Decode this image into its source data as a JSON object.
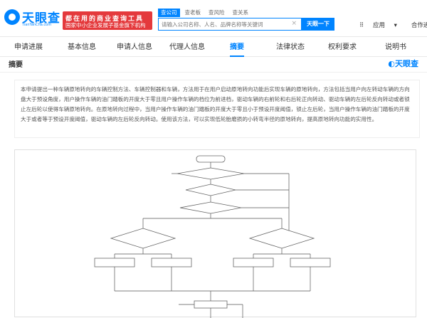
{
  "header": {
    "logo_text": "天眼查",
    "logo_sub": "TianYanCha.com",
    "promo_line1": "都在用的商业查询工具",
    "promo_line2": "国家中小企业发展子基金旗下机构",
    "search_tabs": [
      "查公司",
      "查老板",
      "查风险",
      "查关系"
    ],
    "search_placeholder": "请输入公司名称、人名、品牌名称等关键词",
    "search_button": "天眼一下",
    "nav_links": [
      "应用",
      "合作通道"
    ]
  },
  "tabs": [
    "申请进展",
    "基本信息",
    "申请人信息",
    "代理人信息",
    "摘要",
    "法律状态",
    "权利要求",
    "说明书"
  ],
  "active_tab": "摘要",
  "section": {
    "title": "摘要",
    "watermark": "天眼查"
  },
  "abstract_text": "本申请提出一种车辆原地转向的车辆控制方法、车辆控制器和车辆，方法用于在用户启动原地转向功能后实现车辆的原地转向，方法包括当用户向左转动车辆的方向盘大于预设角度，用户操作车辆的油门踏板的开度大于零且用户操作车辆的档位为前进档，驱动车辆的右前轮和右后轮正向转动、驱动车辆的左后轮反向转动或者锁止左后轮以使得车辆原地转向。在原地转向过程中，当用户操作车辆的油门踏板的开度大于零且小于预设开度阈值，锁止左后轮，当用户操作车辆的油门踏板的开度大于或者等于预设开度阈值，驱动车辆的左后轮反向转动。使用该方法，可以实现低轮胎磨损的小转弯半径的原地转向，提高原地转向功能的实用性。",
  "colors": {
    "brand": "#0084ff",
    "promo": "#e4393c"
  },
  "icons": [
    "clear-icon",
    "grid-icon",
    "chevron-down-icon"
  ]
}
